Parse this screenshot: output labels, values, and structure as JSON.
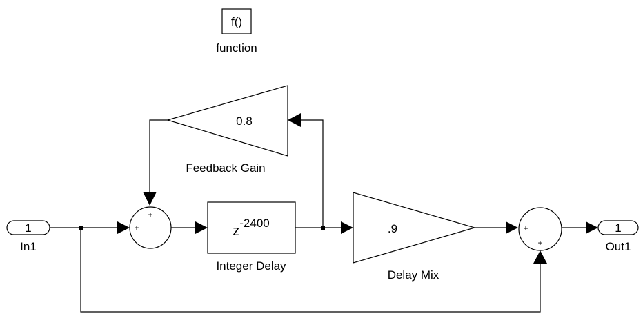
{
  "function_block": {
    "content": "f()",
    "name": "function"
  },
  "inport": {
    "number": "1",
    "name": "In1"
  },
  "outport": {
    "number": "1",
    "name": "Out1"
  },
  "feedback_gain": {
    "value": "0.8",
    "name": "Feedback Gain"
  },
  "integer_delay": {
    "base": "z",
    "exponent": "-2400",
    "name": "Integer Delay"
  },
  "delay_mix": {
    "value": ".9",
    "name": "Delay Mix"
  },
  "sum1": {
    "signs": [
      "+",
      "+"
    ]
  },
  "sum2": {
    "signs": [
      "+",
      "+"
    ]
  }
}
